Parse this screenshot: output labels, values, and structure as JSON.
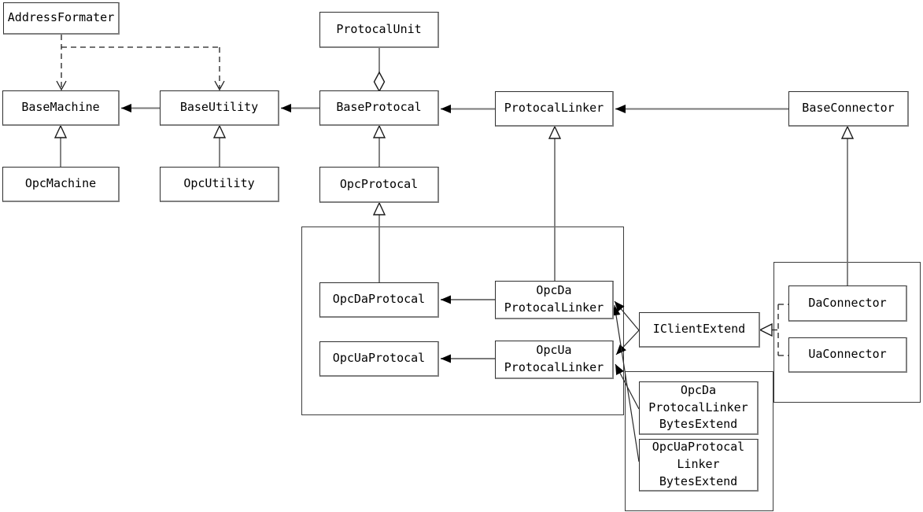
{
  "diagram_type": "uml-class-diagram",
  "nodes": {
    "addressFormater": {
      "label": "AddressFormater"
    },
    "protocalUnit": {
      "label": "ProtocalUnit"
    },
    "baseMachine": {
      "label": "BaseMachine"
    },
    "baseUtility": {
      "label": "BaseUtility"
    },
    "baseProtocal": {
      "label": "BaseProtocal"
    },
    "protocalLinker": {
      "label": "ProtocalLinker"
    },
    "baseConnector": {
      "label": "BaseConnector"
    },
    "opcMachine": {
      "label": "OpcMachine"
    },
    "opcUtility": {
      "label": "OpcUtility"
    },
    "opcProtocal": {
      "label": "OpcProtocal"
    },
    "opcDaProtocal": {
      "label": "OpcDaProtocal"
    },
    "opcDaProtocalLinker": {
      "label": "OpcDa\nProtocalLinker"
    },
    "opcUaProtocal": {
      "label": "OpcUaProtocal"
    },
    "opcUaProtocalLinker": {
      "label": "OpcUa\nProtocalLinker"
    },
    "iClientExtend": {
      "label": "IClientExtend"
    },
    "daConnector": {
      "label": "DaConnector"
    },
    "uaConnector": {
      "label": "UaConnector"
    },
    "opcDaProtocalLinkerBytesExtend": {
      "label": "OpcDa\nProtocalLinker\nBytesExtend"
    },
    "opcUaProtocalLinkerBytesExtend": {
      "label": "OpcUaProtocal\nLinker\nBytesExtend"
    }
  },
  "edges": [
    {
      "from": "BaseUtility",
      "to": "BaseMachine",
      "type": "association-filled-arrow"
    },
    {
      "from": "BaseProtocal",
      "to": "BaseUtility",
      "type": "association-filled-arrow"
    },
    {
      "from": "ProtocalLinker",
      "to": "BaseProtocal",
      "type": "association-filled-arrow"
    },
    {
      "from": "BaseConnector",
      "to": "ProtocalLinker",
      "type": "association-filled-arrow"
    },
    {
      "from": "ProtocalUnit",
      "to": "BaseProtocal",
      "type": "aggregation-hollow-diamond"
    },
    {
      "from": "AddressFormater",
      "to": "BaseMachine",
      "type": "dependency-dashed"
    },
    {
      "from": "AddressFormater",
      "to": "BaseUtility",
      "type": "dependency-dashed"
    },
    {
      "from": "OpcMachine",
      "to": "BaseMachine",
      "type": "generalization-hollow-triangle"
    },
    {
      "from": "OpcUtility",
      "to": "BaseUtility",
      "type": "generalization-hollow-triangle"
    },
    {
      "from": "OpcProtocal",
      "to": "BaseProtocal",
      "type": "generalization-hollow-triangle"
    },
    {
      "from": "OpcDaProtocal",
      "to": "OpcProtocal",
      "type": "generalization-hollow-triangle"
    },
    {
      "from": "OpcDaProtocalLinker",
      "to": "ProtocalLinker",
      "type": "generalization-hollow-triangle"
    },
    {
      "from": "DaConnector",
      "to": "BaseConnector",
      "type": "generalization-hollow-triangle"
    },
    {
      "from": "OpcDaProtocalLinker",
      "to": "OpcDaProtocal",
      "type": "association-filled-arrow"
    },
    {
      "from": "OpcUaProtocalLinker",
      "to": "OpcUaProtocal",
      "type": "association-filled-arrow"
    },
    {
      "from": "IClientExtend",
      "to": "OpcDaProtocalLinker",
      "type": "association-filled-arrow"
    },
    {
      "from": "IClientExtend",
      "to": "OpcUaProtocalLinker",
      "type": "association-filled-arrow"
    },
    {
      "from": "OpcDaProtocalLinkerBytesExtend",
      "to": "OpcUaProtocalLinker",
      "type": "association-filled-arrow"
    },
    {
      "from": "OpcUaProtocalLinkerBytesExtend",
      "to": "OpcDaProtocalLinker",
      "type": "association-filled-arrow"
    },
    {
      "from": "DaConnector",
      "to": "IClientExtend",
      "type": "realization-dashed-hollow-triangle"
    },
    {
      "from": "UaConnector",
      "to": "IClientExtend",
      "type": "realization-dashed-hollow-triangle"
    }
  ],
  "colors": {
    "background": "#ffffff",
    "box_fill": "#ffffff",
    "box_border": "#4d4d4d",
    "connector_line": "#7a7a7a",
    "arrowhead": "#000000",
    "text": "#000000"
  }
}
